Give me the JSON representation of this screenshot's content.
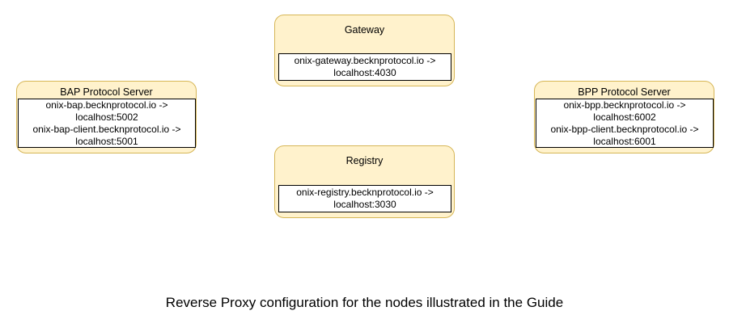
{
  "diagram": {
    "caption": "Reverse Proxy configuration for the nodes illustrated in the Guide",
    "colors": {
      "node_fill": "#fff2cc",
      "node_border": "#d6b656",
      "config_fill": "#ffffff",
      "config_border": "#000000",
      "text": "#000000",
      "background": "#ffffff"
    },
    "nodes": [
      {
        "id": "gateway",
        "title": "Gateway",
        "config_lines": [
          "onix-gateway.becknprotocol.io ->",
          "localhost:4030"
        ]
      },
      {
        "id": "registry",
        "title": "Registry",
        "config_lines": [
          "onix-registry.becknprotocol.io ->",
          "localhost:3030"
        ]
      },
      {
        "id": "bap",
        "title": "BAP Protocol Server",
        "config_lines": [
          "onix-bap.becknprotocol.io ->",
          "localhost:5002",
          "onix-bap-client.becknprotocol.io ->",
          "localhost:5001"
        ]
      },
      {
        "id": "bpp",
        "title": "BPP Protocol Server",
        "config_lines": [
          "onix-bpp.becknprotocol.io ->",
          "localhost:6002",
          "onix-bpp-client.becknprotocol.io ->",
          "localhost:6001"
        ]
      }
    ]
  }
}
